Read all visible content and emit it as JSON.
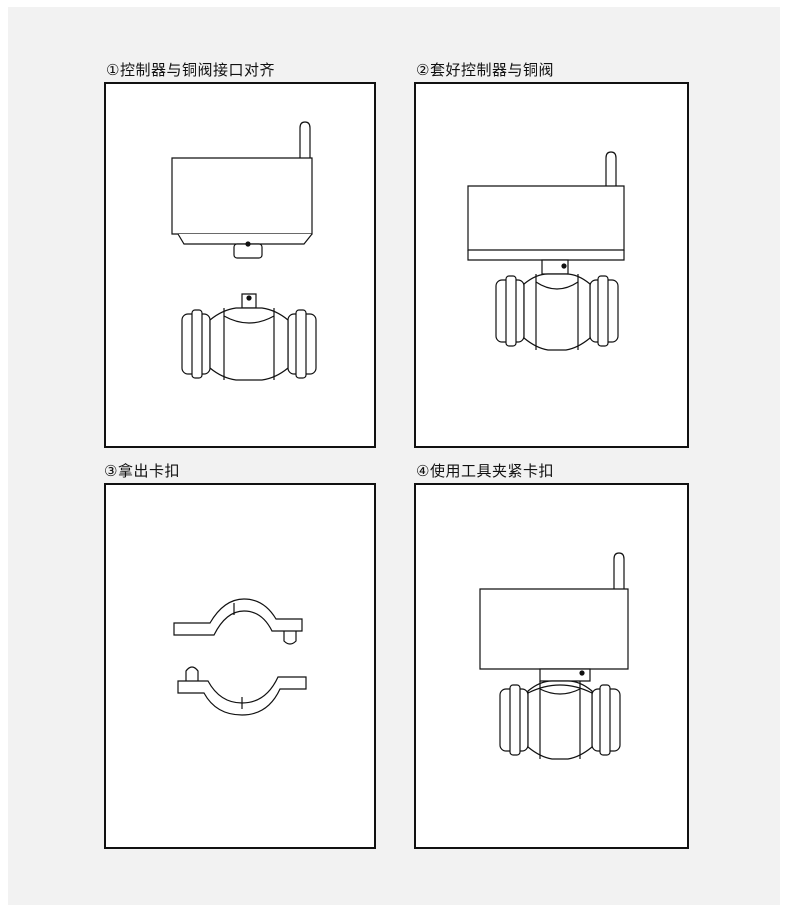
{
  "steps": [
    {
      "title": "①控制器与铜阀接口对齐"
    },
    {
      "title": "②套好控制器与铜阀"
    },
    {
      "title": "③拿出卡扣"
    },
    {
      "title": "④使用工具夹紧卡扣"
    }
  ],
  "colors": {
    "page_background": "#f2f2f2",
    "panel_background": "#ffffff",
    "line": "#111111"
  }
}
